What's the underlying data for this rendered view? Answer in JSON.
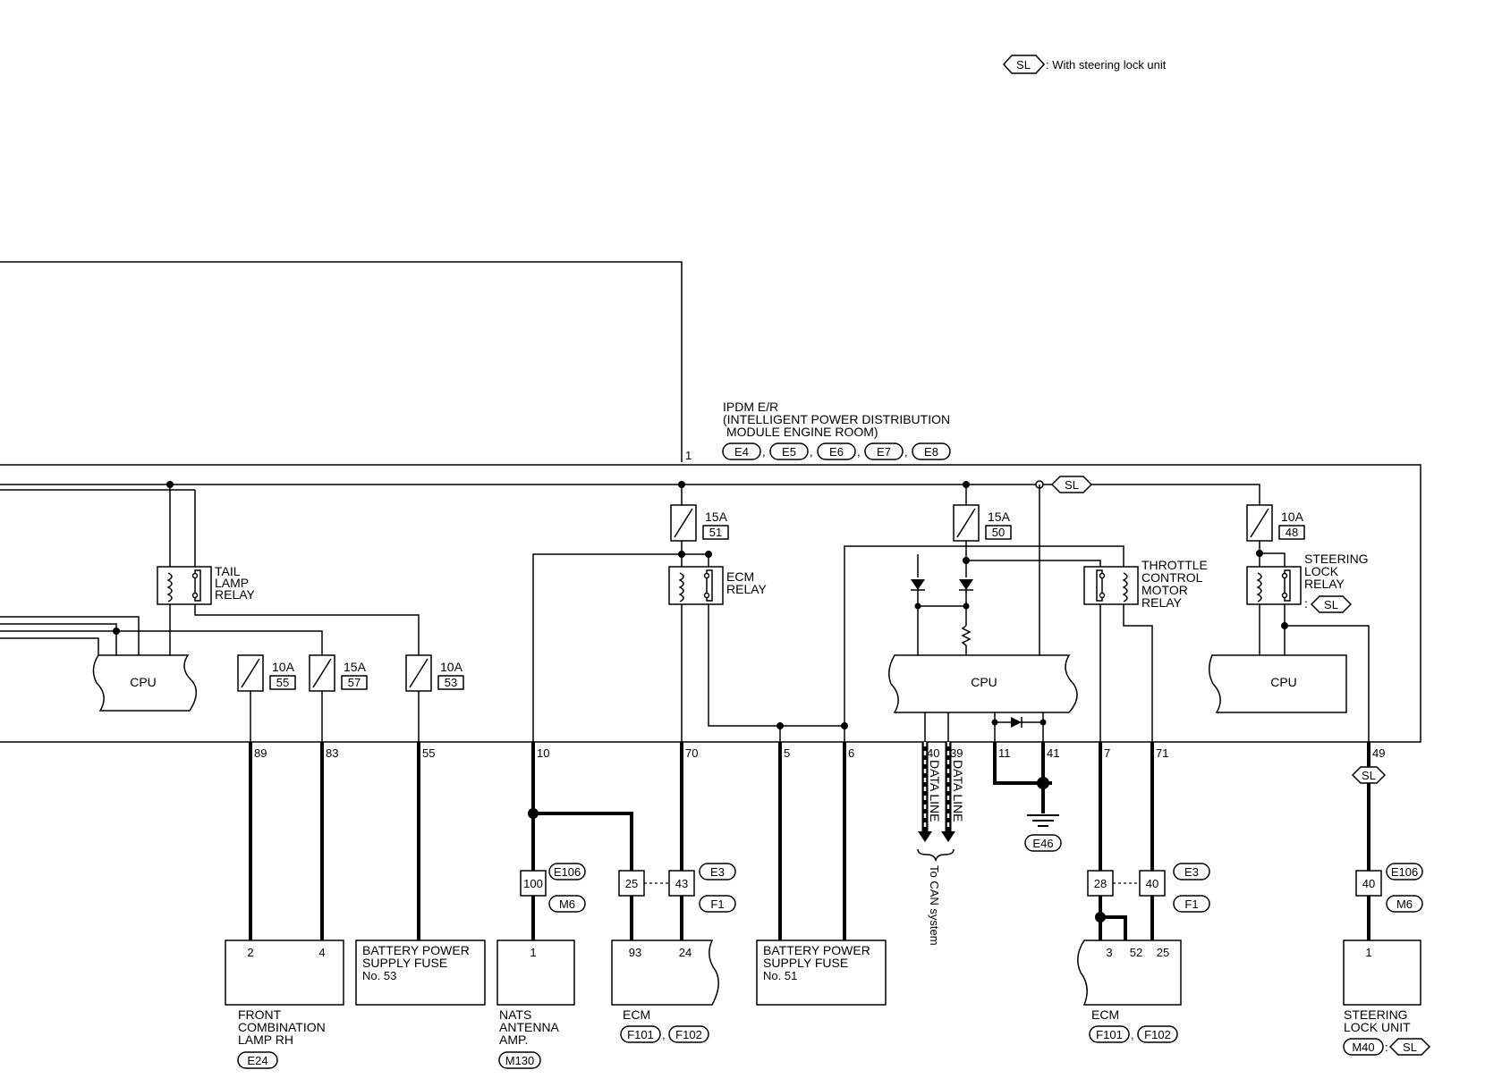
{
  "legend": {
    "tag": "SL",
    "text": ": With steering lock unit"
  },
  "ipdm": {
    "title1": "IPDM E/R",
    "title2": "(INTELLIGENT POWER DISTRIBUTION",
    "title3": "MODULE ENGINE ROOM)",
    "connectors": [
      "E4",
      "E5",
      "E6",
      "E7",
      "E8"
    ],
    "top_terminal": "1",
    "sl_tag": "SL"
  },
  "relays": {
    "tail": [
      "TAIL",
      "LAMP",
      "RELAY"
    ],
    "ecm": [
      "ECM",
      "RELAY"
    ],
    "throttle": [
      "THROTTLE",
      "CONTROL",
      "MOTOR",
      "RELAY"
    ],
    "steering": [
      "STEERING",
      "LOCK",
      "RELAY"
    ],
    "steering_tag": "SL"
  },
  "fuses": [
    {
      "amp": "10A",
      "num": "55"
    },
    {
      "amp": "15A",
      "num": "57"
    },
    {
      "amp": "10A",
      "num": "53"
    },
    {
      "amp": "15A",
      "num": "51"
    },
    {
      "amp": "15A",
      "num": "50"
    },
    {
      "amp": "10A",
      "num": "48"
    }
  ],
  "cpu": {
    "label": "CPU"
  },
  "terminals": [
    "89",
    "83",
    "55",
    "10",
    "70",
    "5",
    "6",
    "40",
    "39",
    "11",
    "41",
    "7",
    "71",
    "49"
  ],
  "data_line": "DATA LINE",
  "can_note": "To CAN system",
  "ground": "E46",
  "joints": {
    "left_100": "100",
    "left_25": "25",
    "left_43": "43",
    "right_28": "28",
    "right_40": "40",
    "sl_40": "40",
    "conn_E106a": "E106",
    "conn_M6a": "M6",
    "conn_E3a": "E3",
    "conn_F1a": "F1",
    "conn_E3b": "E3",
    "conn_F1b": "F1",
    "conn_E106b": "E106",
    "conn_M6b": "M6",
    "sl_tag": "SL"
  },
  "components": {
    "front_lamp": {
      "pins": [
        "2",
        "4"
      ],
      "name": [
        "FRONT",
        "COMBINATION",
        "LAMP RH"
      ],
      "conn": "E24"
    },
    "bat_fuse_53": {
      "text": [
        "BATTERY POWER",
        "SUPPLY FUSE",
        "No. 53"
      ]
    },
    "nats": {
      "pins": [
        "1"
      ],
      "name": [
        "NATS",
        "ANTENNA",
        "AMP."
      ],
      "conn": "M130"
    },
    "ecm_left": {
      "pins": [
        "93",
        "24"
      ],
      "name": "ECM",
      "conns": [
        "F101",
        "F102"
      ]
    },
    "bat_fuse_51": {
      "text": [
        "BATTERY POWER",
        "SUPPLY FUSE",
        "No. 51"
      ]
    },
    "ecm_right": {
      "pins": [
        "3",
        "52",
        "25"
      ],
      "name": "ECM",
      "conns": [
        "F101",
        "F102"
      ]
    },
    "steering_unit": {
      "pins": [
        "1"
      ],
      "name": [
        "STEERING",
        "LOCK UNIT"
      ],
      "conn": "M40",
      "tag": "SL"
    }
  }
}
